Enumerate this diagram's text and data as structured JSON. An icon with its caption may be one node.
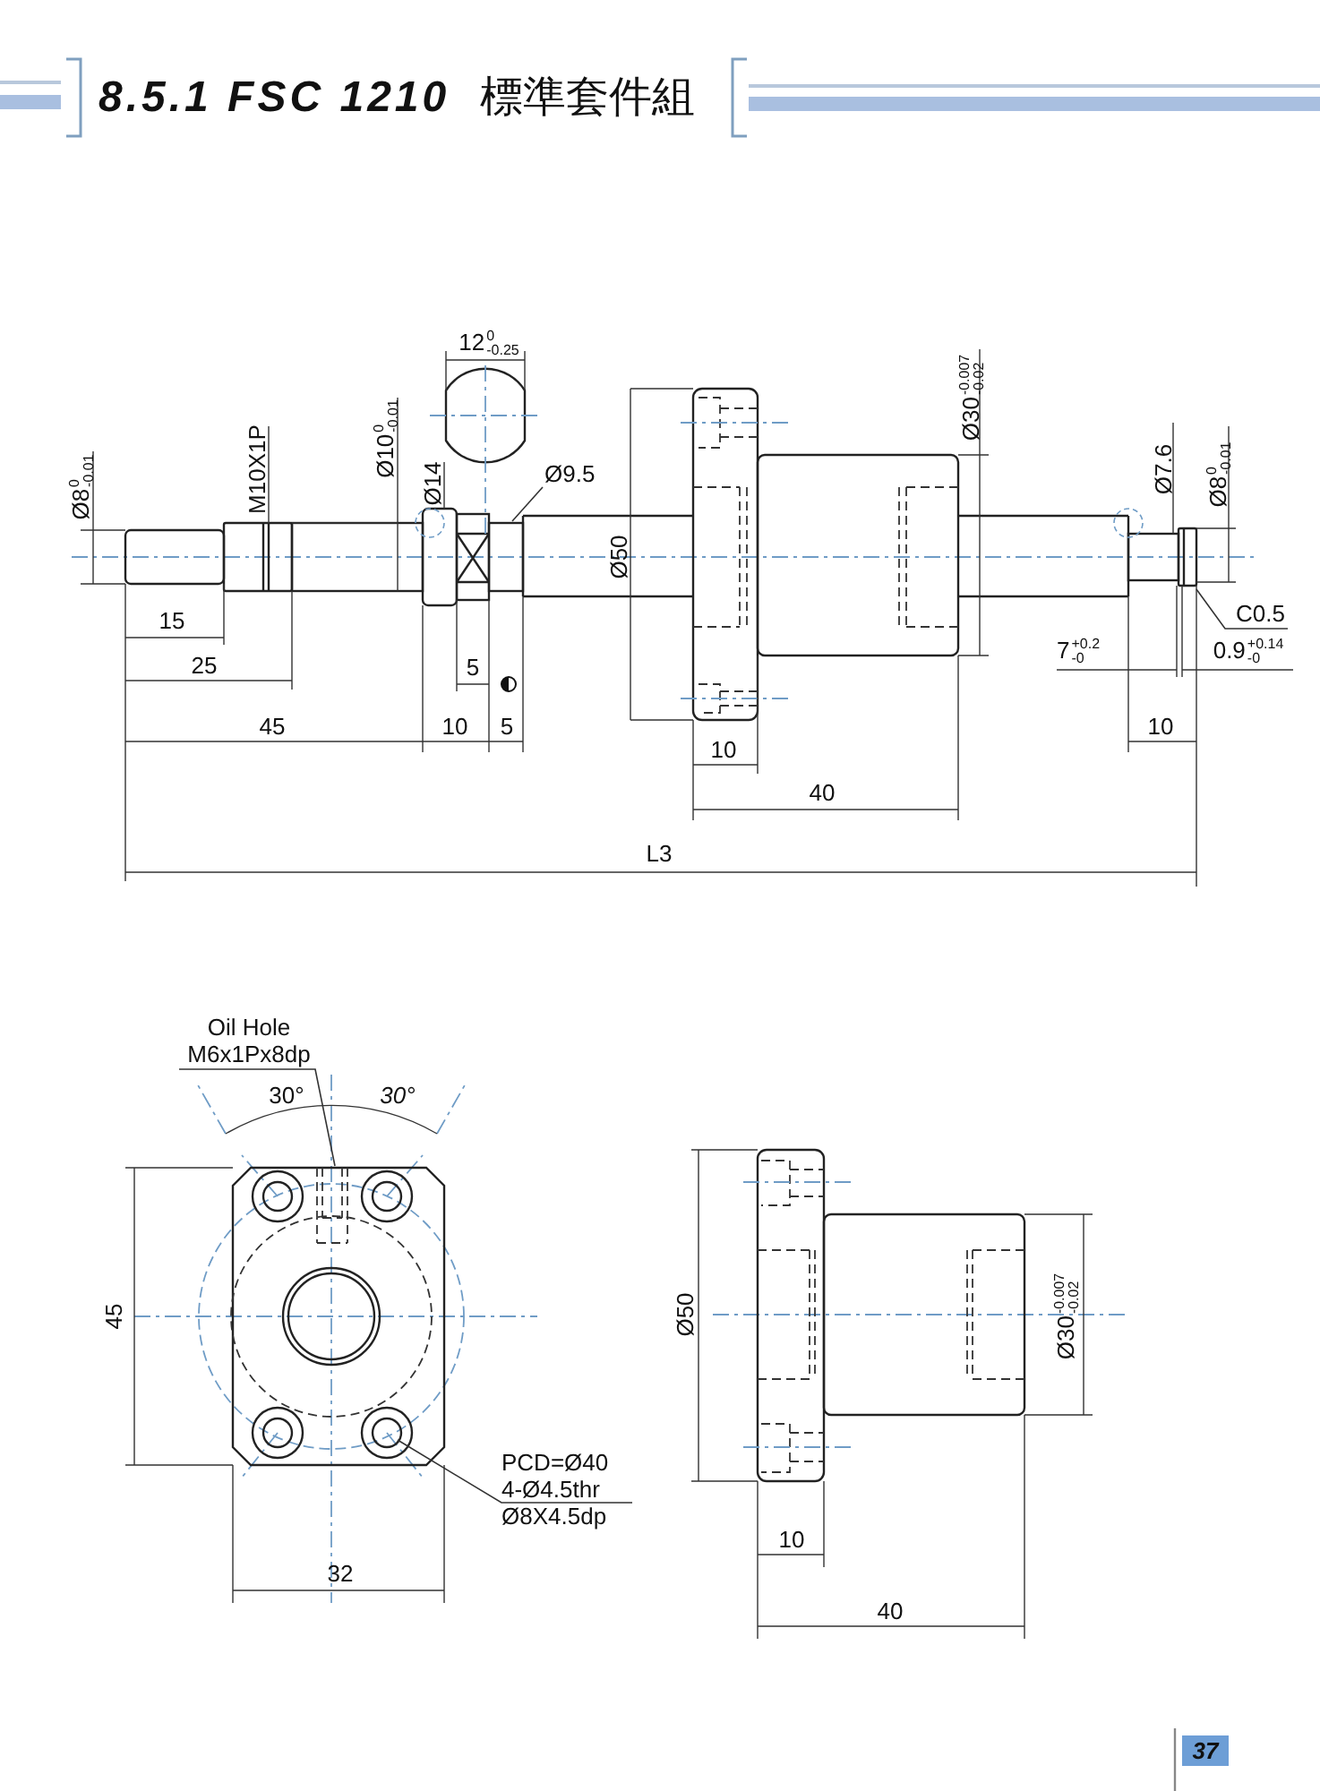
{
  "diagram": {
    "title": "**8.5.1 FSC 1210** 標準套件組",
    "nodes": [
      {
        "text": [
          "Oil Hole M6x1Px8dp"
        ]
      },
      {
        "text": [
          "PCD=Ø40 4-Ø4.5thr Ø8X4.5dp"
        ]
      },
      {
        "text": [
          "C0.5"
        ]
      },
      {
        "text": [
          "Ø9.5"
        ]
      }
    ],
    "edges": [
      {
        "from": 0,
        "to": null,
        "arrow": "none"
      },
      {
        "from": 1,
        "to": null,
        "arrow": "none"
      },
      {
        "from": 2,
        "to": null,
        "arrow": "none"
      },
      {
        "from": 3,
        "to": null,
        "arrow": "none"
      }
    ],
    "labels": [
      "12$^{0}$$_{-0.25}$",
      "Ø30$^{-0.007}$$_{-0.02}$",
      "Ø8$^{0}$$_{-0.01}$",
      "M10X1P",
      "Ø10$^{0}$$_{-0.01}$",
      "Ø14",
      "Ø7.6",
      "Ø8$^{0}$$_{-0.01}$",
      "Ø50",
      "15",
      "25",
      "5",
      "7$^{+0.2}$$_{-0}$",
      "0.9$^{+0.14}$$_{-0}$",
      "45",
      "10",
      "5",
      "10",
      "40",
      "10",
      "L3",
      "30°",
      "30°",
      "45",
      "Ø50",
      "Ø30$^{-0.007}$$_{-0.02}$",
      "32",
      "10",
      "40",
      "37"
    ]
  }
}
